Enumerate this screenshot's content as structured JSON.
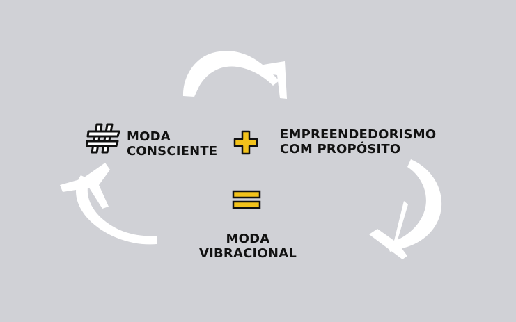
{
  "diagram": {
    "node_consciente": {
      "line1": "MODA",
      "line2": "CONSCIENTE",
      "icon": "hashtag-icon"
    },
    "node_empreendedorismo": {
      "line1": "EMPREENDEDORISMO",
      "line2": "COM PROPÓSITO"
    },
    "node_vibracional": {
      "line1": "MODA",
      "line2": "VIBRACIONAL"
    },
    "operators": {
      "plus": "plus-icon",
      "equals": "equals-icon"
    },
    "cycle_arrows": [
      "top-arrow-icon",
      "right-arrow-icon",
      "left-arrow-icon"
    ]
  },
  "colors": {
    "background": "#d0d1d6",
    "text": "#111111",
    "accent": "#f2c21b",
    "arrow": "#ffffff"
  }
}
